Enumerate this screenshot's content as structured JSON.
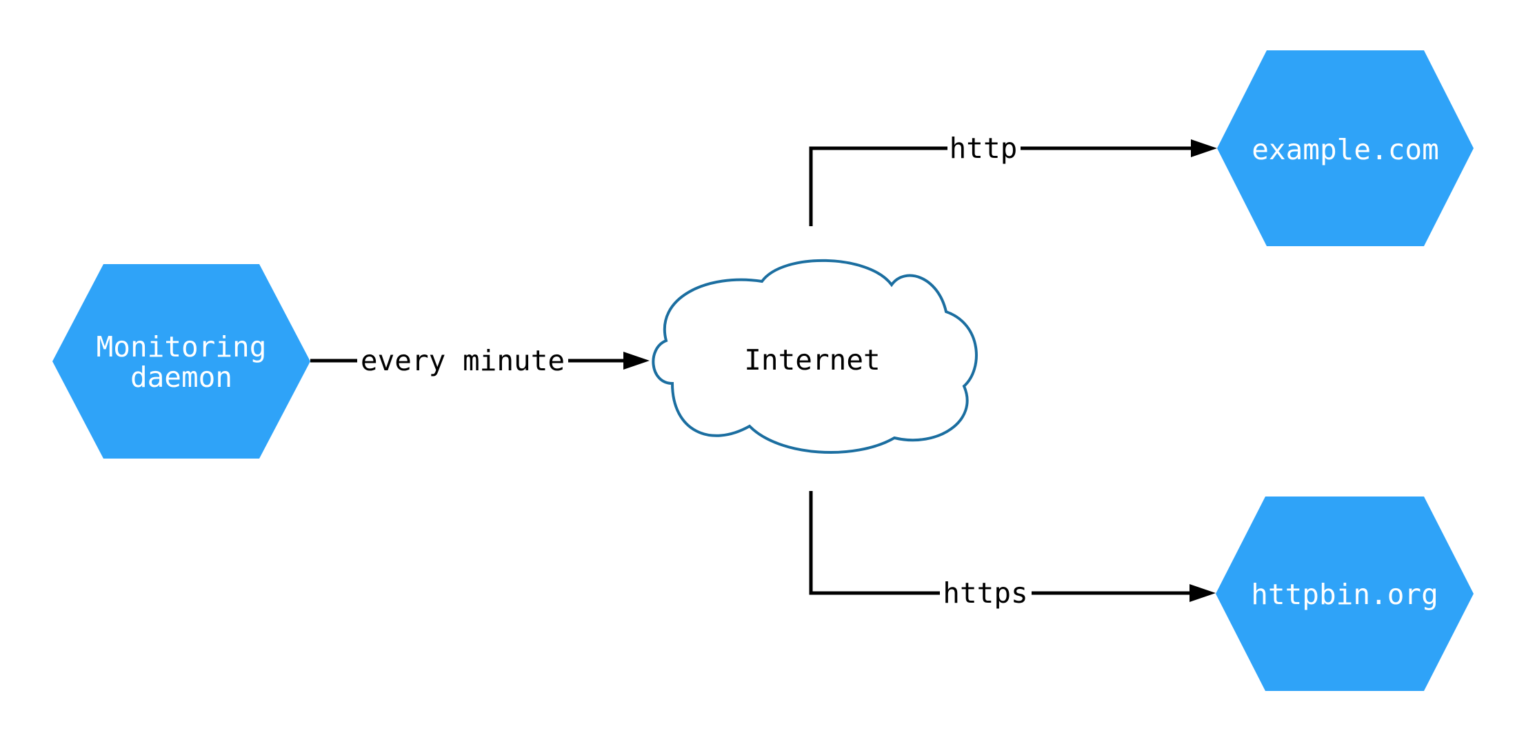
{
  "diagram_title": "monitoring-daemon-network-diagram",
  "colors": {
    "node_fill": "#2fa3f8",
    "node_text": "#ffffff",
    "edge": "#000000",
    "edge_text": "#000000",
    "cloud_stroke": "#1b6ea0",
    "cloud_fill": "#ffffff",
    "background": "#ffffff"
  },
  "nodes": {
    "monitoring": {
      "shape": "hexagon",
      "label": "Monitoring daemon",
      "label_line1": "Monitoring",
      "label_line2": "daemon"
    },
    "internet": {
      "shape": "cloud",
      "label": "Internet"
    },
    "example": {
      "shape": "hexagon",
      "label": "example.com"
    },
    "httpbin": {
      "shape": "hexagon",
      "label": "httpbin.org"
    }
  },
  "edges": {
    "every_minute": {
      "from": "Monitoring daemon",
      "to": "Internet",
      "label": "every minute"
    },
    "http": {
      "from": "Internet",
      "to": "example.com",
      "label": "http"
    },
    "https": {
      "from": "Internet",
      "to": "httpbin.org",
      "label": "https"
    }
  }
}
